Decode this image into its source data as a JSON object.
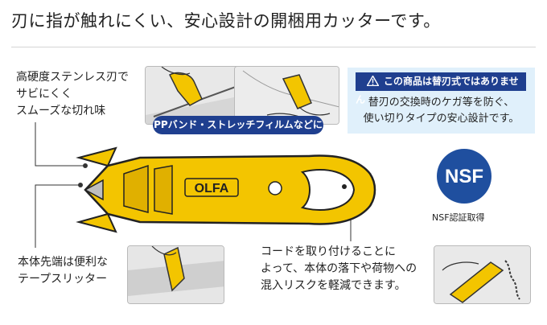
{
  "header": {
    "title": "刃に指が触れにくい、安心設計の開梱用カッターです。"
  },
  "callouts": {
    "blade": {
      "lines": [
        "高硬度ステンレス刃で",
        "サビにくく",
        "スムーズな切れ味"
      ]
    },
    "slitter": {
      "lines": [
        "本体先端は便利な",
        "テープスリッター"
      ]
    },
    "cord": {
      "lines": [
        "コードを取り付けることに",
        "よって、本体の落下や荷物への",
        "混入リスクを軽減できます。"
      ]
    }
  },
  "usage": {
    "label": "PPバンド・ストレッチフィルムなどに"
  },
  "notice": {
    "heading": "この商品は替刃式ではありません",
    "body": [
      "替刃の交換時のケガ等を防ぐ、",
      "使い切りタイプの安心設計です。"
    ]
  },
  "certification": {
    "logo_text": "NSF",
    "caption": "NSF認証取得"
  },
  "product": {
    "brand_text": "OLFA"
  },
  "colors": {
    "navy": "#1f3f8f",
    "yellow": "#f3c500",
    "light_blue": "#e0f0fb"
  }
}
